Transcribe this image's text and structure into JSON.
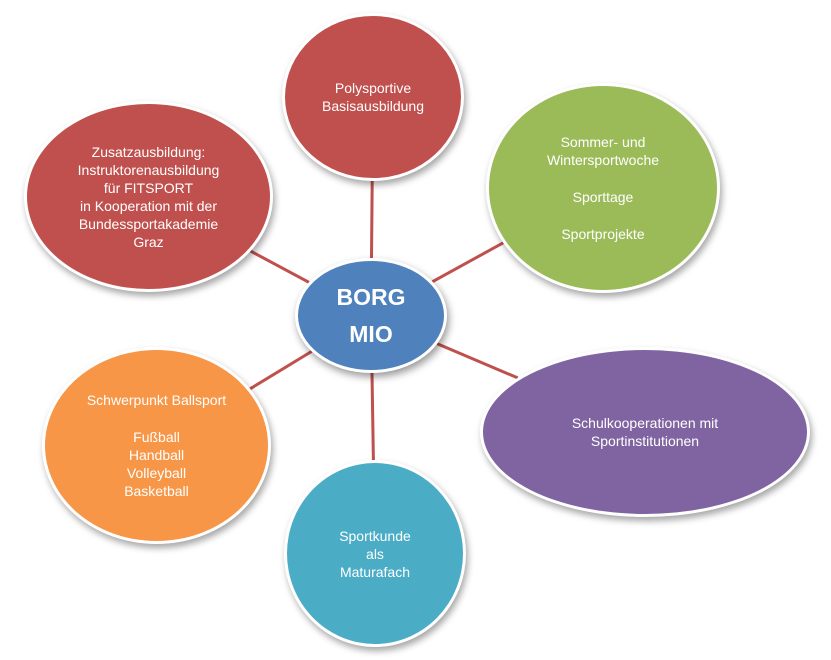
{
  "diagram": {
    "center": {
      "lines": [
        "BORG",
        "MIO"
      ],
      "color": "#4f81bd"
    },
    "nodes": [
      {
        "id": "polysportive",
        "color": "#c0504d",
        "groups": [
          [
            "Polysportive",
            "Basisausbildung"
          ]
        ]
      },
      {
        "id": "zusatzausbildung",
        "color": "#c0504d",
        "groups": [
          [
            "Zusatzausbildung:",
            "Instruktorenausbildung",
            "für FITSPORT",
            "in Kooperation mit der",
            "Bundessportakademie",
            "Graz"
          ]
        ]
      },
      {
        "id": "sommer-winter",
        "color": "#9bbb59",
        "groups": [
          [
            "Sommer- und",
            "Wintersportwoche"
          ],
          [
            "Sporttage"
          ],
          [
            "Sportprojekte"
          ]
        ]
      },
      {
        "id": "schulkooperationen",
        "color": "#8064a2",
        "groups": [
          [
            "Schulkooperationen mit",
            "Sportinstitutionen"
          ]
        ]
      },
      {
        "id": "sportkunde",
        "color": "#4bacc6",
        "groups": [
          [
            "Sportkunde",
            "als",
            "Maturafach"
          ]
        ]
      },
      {
        "id": "ballsport",
        "color": "#f79646",
        "groups": [
          [
            "Schwerpunkt Ballsport"
          ],
          [
            "Fußball",
            "Handball",
            "Volleyball",
            "Basketball"
          ]
        ]
      }
    ],
    "connector_color": "#c0504d"
  }
}
